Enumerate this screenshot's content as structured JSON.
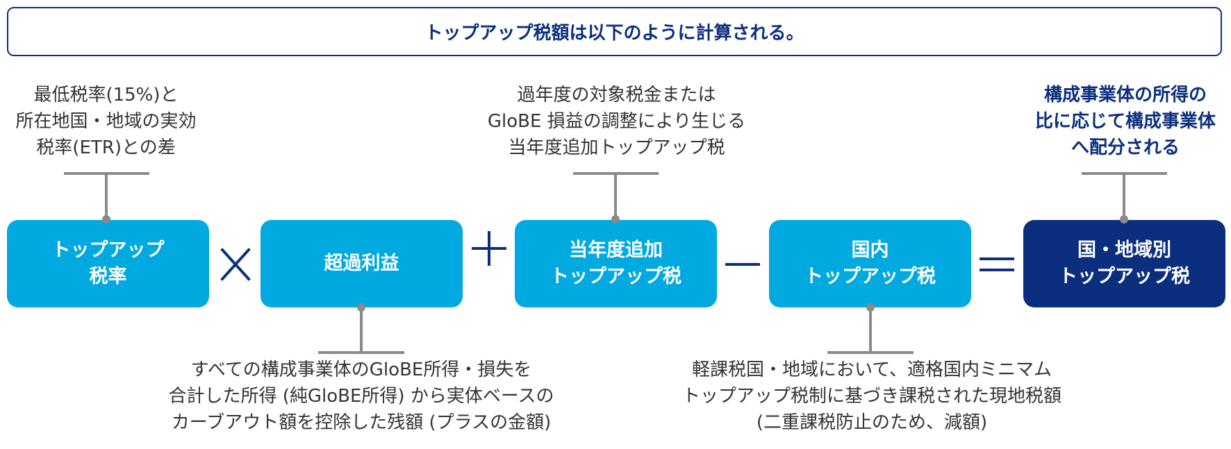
{
  "title": "トップアップ税額は以下のように計算される。",
  "boxes": [
    {
      "label": "トップアップ\n税率"
    },
    {
      "label": "超過利益"
    },
    {
      "label": "当年度追加\nトップアップ税"
    },
    {
      "label": "国内\nトップアップ税"
    },
    {
      "label": "国・地域別\nトップアップ税"
    }
  ],
  "operators": [
    "×",
    "+",
    "−",
    "="
  ],
  "descriptions": {
    "top_rate": "最低税率(15%)と\n所在地国・地域の実効\n税率(ETR)との差",
    "additional": "過年度の対象税金または\nGloBE 損益の調整により生じる\n当年度追加トップアップ税",
    "allocation": "構成事業体の所得の\n比に応じて構成事業体\nへ配分される",
    "excess_profit": "すべての構成事業体のGloBE所得・損失を\n合計した所得 (純GloBE所得) から実体ベースの\nカーブアウト額を控除した残額 (プラスの金額)",
    "domestic": "軽課税国・地域において、適格国内ミニマム\nトップアップ税制に基づき課税された現地税額\n(二重課税防止のため、減額)"
  },
  "colors": {
    "light_box": "#00a9e0",
    "dark_box": "#0b2f7e",
    "connector": "#8a8a8a"
  }
}
